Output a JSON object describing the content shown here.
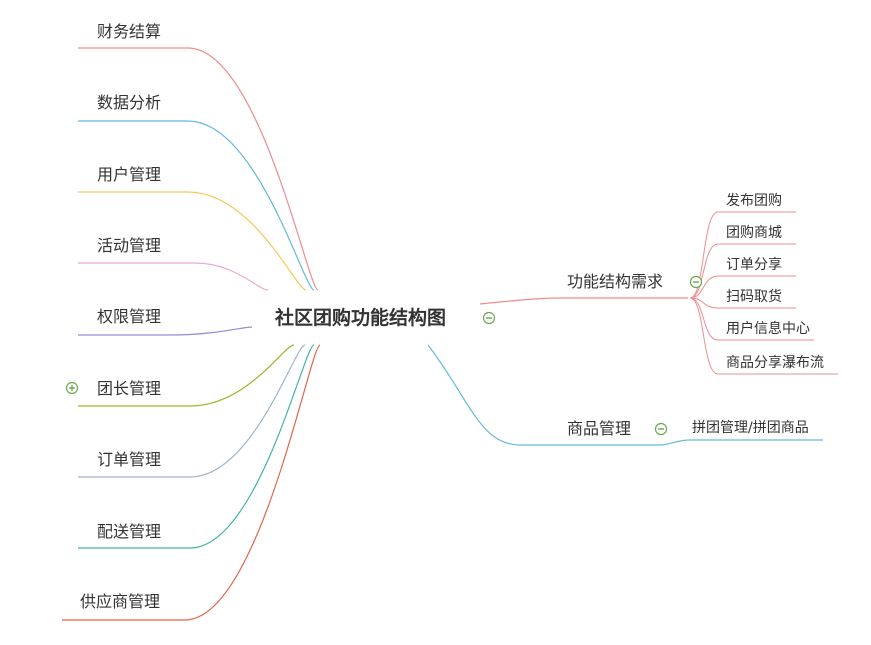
{
  "root": {
    "label": "社区团购功能结构图"
  },
  "left_branches": [
    {
      "label": "财务结算",
      "color": "#ef8c8c"
    },
    {
      "label": "数据分析",
      "color": "#66b9de"
    },
    {
      "label": "用户管理",
      "color": "#f3c95c"
    },
    {
      "label": "活动管理",
      "color": "#e7a8cf"
    },
    {
      "label": "权限管理",
      "color": "#9b88dc"
    },
    {
      "label": "团长管理",
      "color": "#98b72d",
      "collapsed": true
    },
    {
      "label": "订单管理",
      "color": "#9fb3cf"
    },
    {
      "label": "配送管理",
      "color": "#48b3a6"
    },
    {
      "label": "供应商管理",
      "color": "#e0664c"
    }
  ],
  "right_branches": [
    {
      "label": "功能结构需求",
      "color": "#ef8c8c",
      "children": [
        {
          "label": "发布团购"
        },
        {
          "label": "团购商城"
        },
        {
          "label": "订单分享"
        },
        {
          "label": "扫码取货"
        },
        {
          "label": "用户信息中心"
        },
        {
          "label": "商品分享瀑布流"
        }
      ]
    },
    {
      "label": "商品管理",
      "color": "#66b9de",
      "children": [
        {
          "label": "拼团管理/拼团商品"
        }
      ]
    }
  ],
  "icons": {
    "collapse": "minus-circle-icon",
    "expand": "plus-circle-icon",
    "toggle_color": "#6aa84f"
  }
}
